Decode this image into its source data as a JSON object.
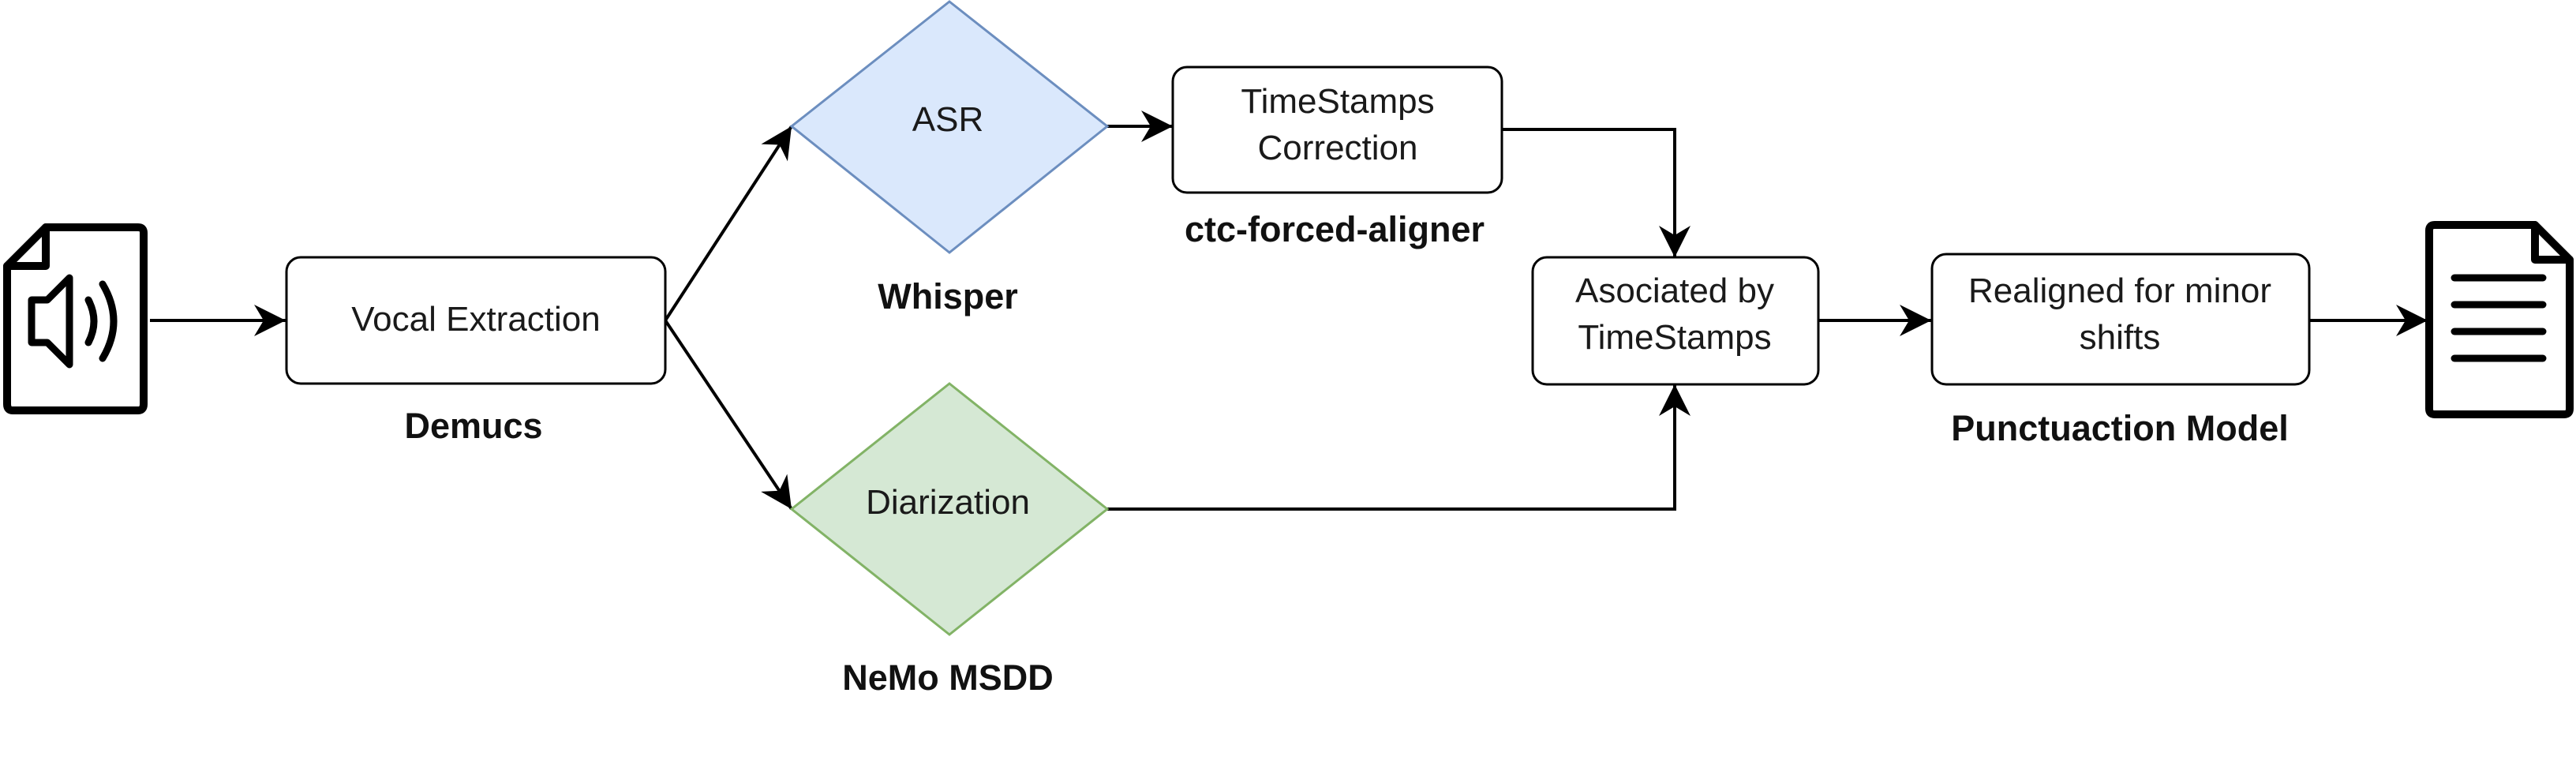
{
  "diagram": {
    "nodes": {
      "vocal_extraction": {
        "label": "Vocal Extraction",
        "caption": "Demucs"
      },
      "asr": {
        "label": "ASR",
        "caption": "Whisper"
      },
      "diarization": {
        "label": "Diarization",
        "caption": "NeMo MSDD"
      },
      "timestamps_correction": {
        "label_line1": "TimeStamps",
        "label_line2": "Correction",
        "caption": "ctc-forced-aligner"
      },
      "associated": {
        "label_line1": "Asociated by",
        "label_line2": "TimeStamps"
      },
      "realigned": {
        "label_line1": "Realigned for minor",
        "label_line2": "shifts",
        "caption": "Punctuaction Model"
      }
    },
    "icons": {
      "input": "audio-file-icon",
      "output": "text-document-icon"
    },
    "colors": {
      "asr_fill": "#dae8fc",
      "asr_stroke": "#6c8ebf",
      "diarization_fill": "#d5e8d4",
      "diarization_stroke": "#82b366",
      "stroke": "#000000"
    }
  }
}
